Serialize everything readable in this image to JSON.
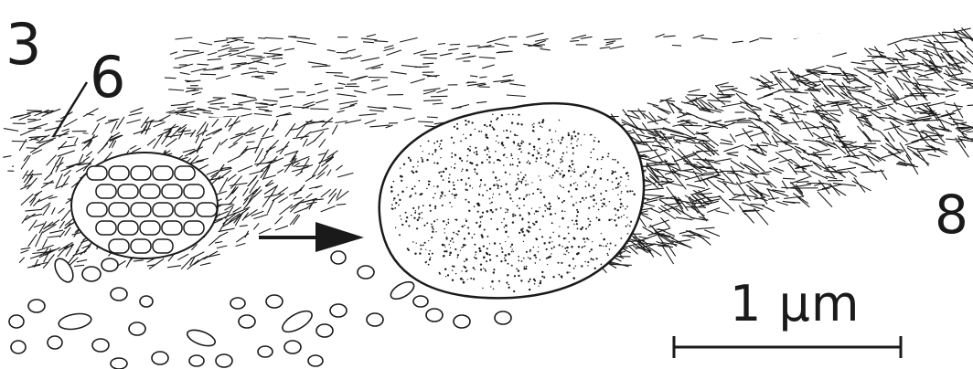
{
  "labels": {
    "panel_number": "3",
    "callout_left": "6",
    "callout_right": "8"
  },
  "scale_bar": {
    "text": "1 µm"
  },
  "colors": {
    "ink": "#1a1a1a",
    "paper": "#ffffff"
  }
}
